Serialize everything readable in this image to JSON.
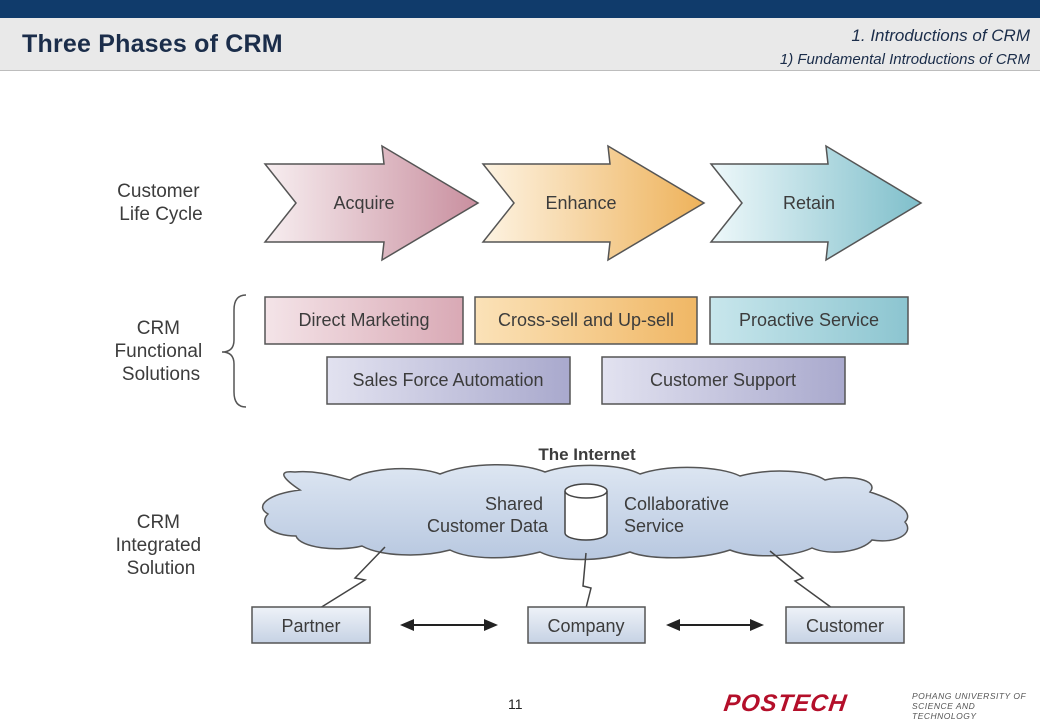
{
  "header": {
    "title": "Three Phases of CRM",
    "section": "1. Introductions of CRM",
    "subsection": "1) Fundamental Introductions of CRM"
  },
  "lifecycle": {
    "label": [
      "Customer",
      "Life Cycle"
    ],
    "stages": [
      "Acquire",
      "Enhance",
      "Retain"
    ]
  },
  "functional": {
    "label": [
      "CRM",
      "Functional",
      "Solutions"
    ],
    "row1": [
      "Direct Marketing",
      "Cross-sell and Up-sell",
      "Proactive Service"
    ],
    "row2": [
      "Sales Force Automation",
      "Customer Support"
    ]
  },
  "integrated": {
    "label": [
      "CRM",
      "Integrated",
      "Solution"
    ],
    "internet_label": "The Internet",
    "shared_data": [
      "Shared",
      "Customer Data"
    ],
    "collab_service": [
      "Collaborative",
      "Service"
    ],
    "nodes": [
      "Partner",
      "Company",
      "Customer"
    ]
  },
  "footer": {
    "page_number": "11",
    "logo": "POSTECH",
    "logo_subtitle": [
      "POHANG UNIVERSITY OF",
      "SCIENCE AND TECHNOLOGY"
    ]
  },
  "colors": {
    "header_bar": "#103b6b",
    "acquire": "#d9a9b5",
    "enhance": "#f3c27a",
    "retain": "#9fd0d8",
    "purple_box": "#b7b7d6"
  }
}
